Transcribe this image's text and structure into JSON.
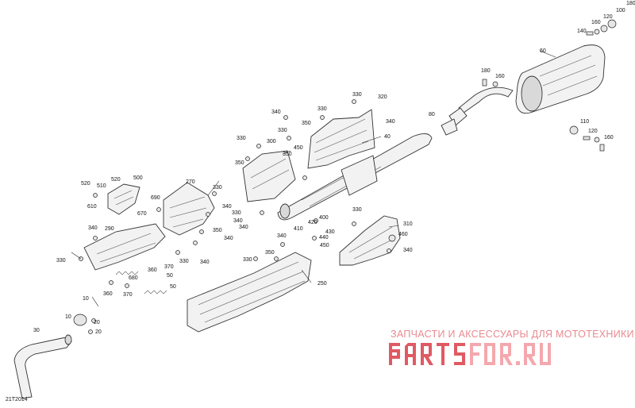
{
  "diagram_code": "21T2014",
  "watermark": {
    "caption": "ЗАПЧАСТИ И АКСЕССУАРЫ ДЛЯ МОТОТЕХНИКИ",
    "logo": "PARTSFOR.RU",
    "colors": {
      "main": "#e05a63",
      "light": "#f4a8ad"
    }
  },
  "callouts": [
    "180",
    "100",
    "160",
    "120",
    "140",
    "60",
    "180",
    "160",
    "320",
    "330",
    "340",
    "330",
    "350",
    "330",
    "340",
    "80",
    "110",
    "120",
    "160",
    "40",
    "330",
    "300",
    "350",
    "350",
    "450",
    "520",
    "500",
    "510",
    "520",
    "610",
    "270",
    "690",
    "670",
    "330",
    "340",
    "330",
    "340",
    "350",
    "340",
    "340",
    "290",
    "340",
    "330",
    "330",
    "340",
    "370",
    "360",
    "50",
    "680",
    "360",
    "50",
    "370",
    "10",
    "10",
    "20",
    "20",
    "30",
    "330",
    "310",
    "420",
    "400",
    "410",
    "430",
    "440",
    "340",
    "460",
    "450",
    "340",
    "330",
    "350",
    "250"
  ]
}
